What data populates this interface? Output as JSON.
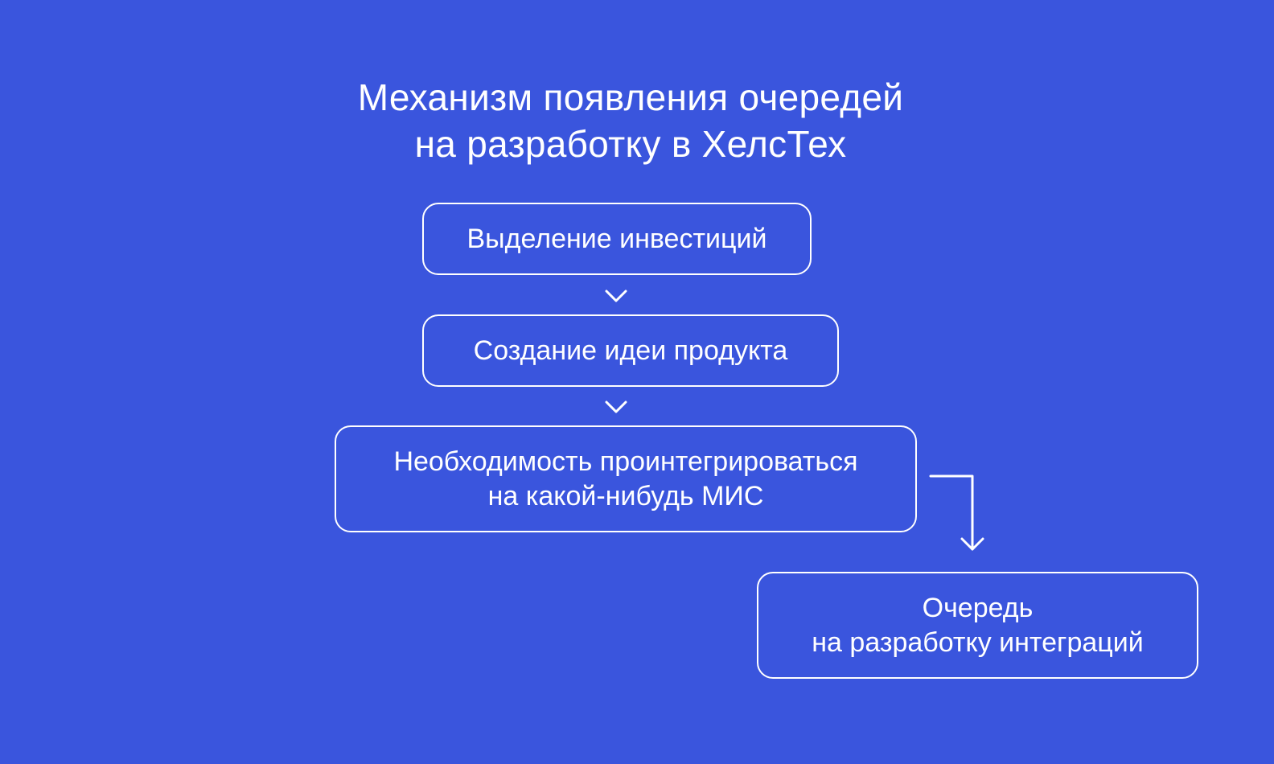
{
  "title": {
    "line1": "Механизм появления очередей",
    "line2": "на разработку в ХелсТех"
  },
  "nodes": [
    {
      "id": "investment",
      "lines": [
        "Выделение инвестиций"
      ]
    },
    {
      "id": "product-idea",
      "lines": [
        "Создание идеи продукта"
      ]
    },
    {
      "id": "integration-need",
      "lines": [
        "Необходимость проинтегрироваться",
        "на какой-нибудь МИС"
      ]
    },
    {
      "id": "integration-queue",
      "lines": [
        "Очередь",
        "на разработку интеграций"
      ]
    }
  ],
  "colors": {
    "background": "#3a55dd",
    "foreground": "#ffffff"
  }
}
